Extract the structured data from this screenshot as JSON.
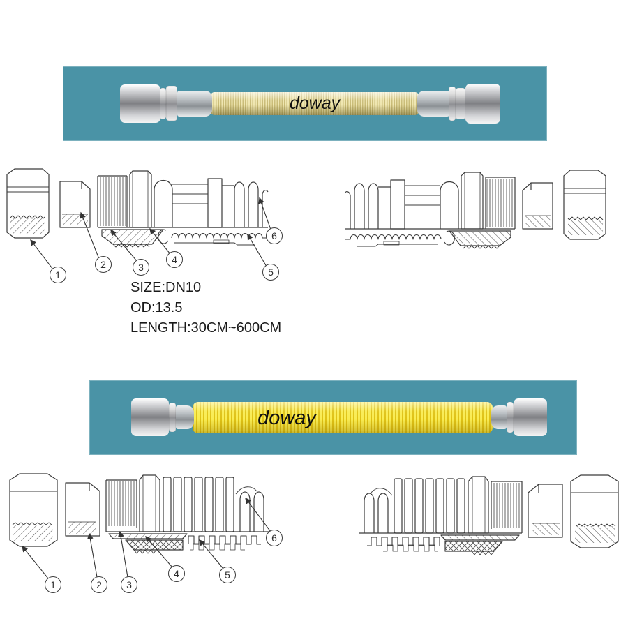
{
  "banners": {
    "top": {
      "brand": "doway",
      "background": "#4a93a6",
      "hose_color": "#e9dfa6"
    },
    "bottom": {
      "brand": "doway",
      "background": "#4a93a6",
      "hose_color": "#f7e53a"
    }
  },
  "specs": {
    "size": "SIZE:DN10",
    "od": "OD:13.5",
    "length": "LENGTH:30CM~600CM"
  },
  "diagrams": {
    "top_left_callouts": [
      "1",
      "2",
      "3",
      "4",
      "5",
      "6"
    ],
    "bottom_left_callouts": [
      "1",
      "2",
      "3",
      "4",
      "5",
      "6"
    ]
  },
  "colors": {
    "teal_banner": "#4a93a6",
    "line_art": "#3b3b3b",
    "hose_top": "#e9dfa6",
    "hose_bottom": "#f7e53a"
  }
}
